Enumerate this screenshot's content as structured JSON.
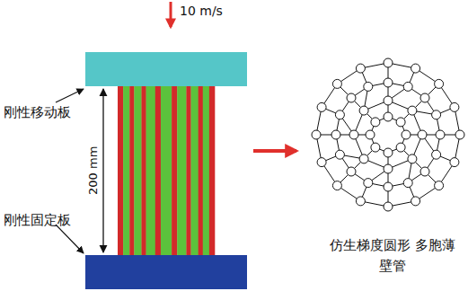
{
  "diagram": {
    "labels": [
      "10 m/s",
      "刚性移动板",
      "200 mm",
      "刚性固定板",
      "仿生梯度圆形 多胞薄壁管"
    ]
  }
}
